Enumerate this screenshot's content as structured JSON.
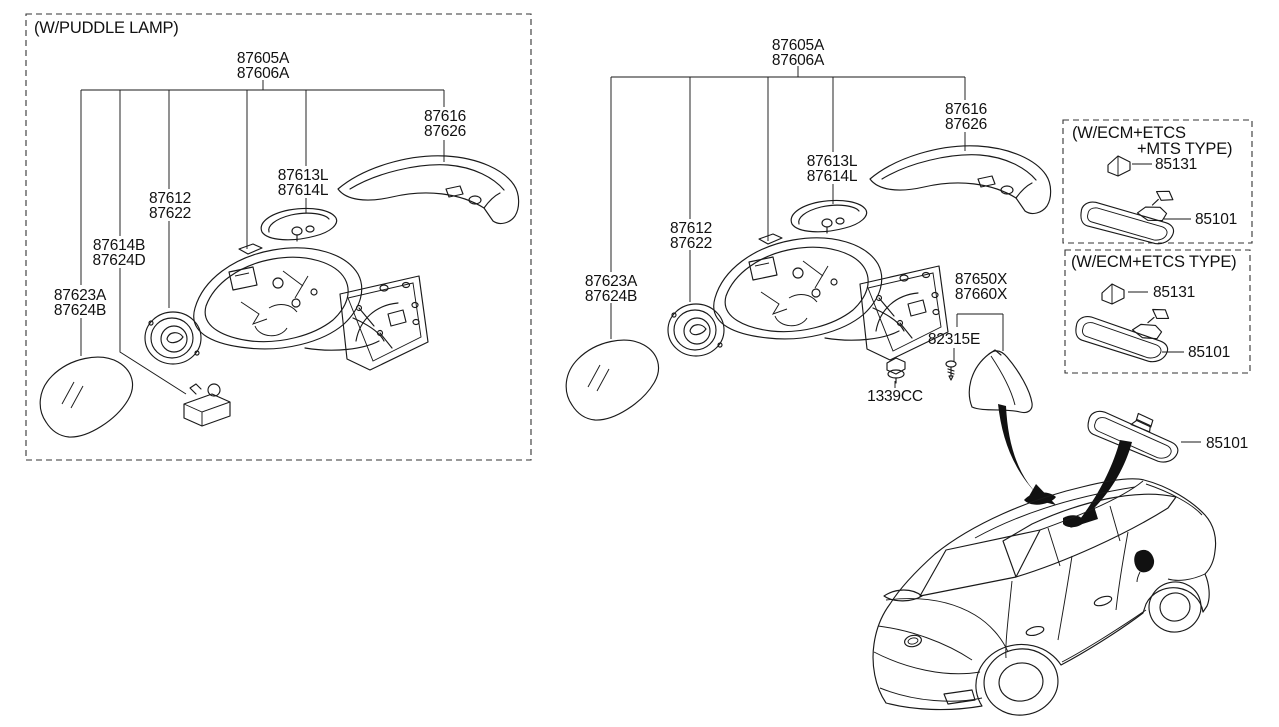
{
  "document": {
    "type": "side-mirror-parts-diagram",
    "background": "#ffffff",
    "line_color": "#1a1a1a"
  },
  "left_panel": {
    "title": "(W/PUDDLE LAMP)",
    "parts": {
      "mirror_assembly": {
        "lines": [
          "87605A",
          "87606A"
        ]
      },
      "mirror_cover": {
        "lines": [
          "87616",
          "87626"
        ]
      },
      "turn_signal_lamp": {
        "lines": [
          "87613L",
          "87614L"
        ]
      },
      "mirror_actuator": {
        "lines": [
          "87612",
          "87622"
        ]
      },
      "puddle_lamp": {
        "lines": [
          "87614B",
          "87624D"
        ]
      },
      "mirror_glass": {
        "lines": [
          "87623A",
          "87624B"
        ]
      }
    }
  },
  "center_panel": {
    "parts": {
      "mirror_assembly": {
        "lines": [
          "87605A",
          "87606A"
        ]
      },
      "mirror_cover": {
        "lines": [
          "87616",
          "87626"
        ]
      },
      "turn_signal_lamp": {
        "lines": [
          "87613L",
          "87614L"
        ]
      },
      "mirror_actuator": {
        "lines": [
          "87612",
          "87622"
        ]
      },
      "mirror_glass": {
        "lines": [
          "87623A",
          "87624B"
        ]
      },
      "corner_garnish": {
        "lines": [
          "87650X",
          "87660X"
        ]
      },
      "garnish_screw": {
        "lines": [
          "82315E"
        ]
      },
      "mounting_nut": {
        "lines": [
          "1339CC"
        ]
      }
    }
  },
  "right_panel": {
    "ecm_mts_box": {
      "title_lines": [
        "(W/ECM+ETCS",
        "+MTS TYPE)"
      ],
      "parts": {
        "mirror_bulb": "85131",
        "inside_mirror": "85101"
      }
    },
    "ecm_box": {
      "title_lines": [
        "(W/ECM+ETCS TYPE)"
      ],
      "parts": {
        "mirror_bulb": "85131",
        "inside_mirror": "85101"
      }
    },
    "standard_inside_mirror": {
      "part": "85101"
    }
  }
}
